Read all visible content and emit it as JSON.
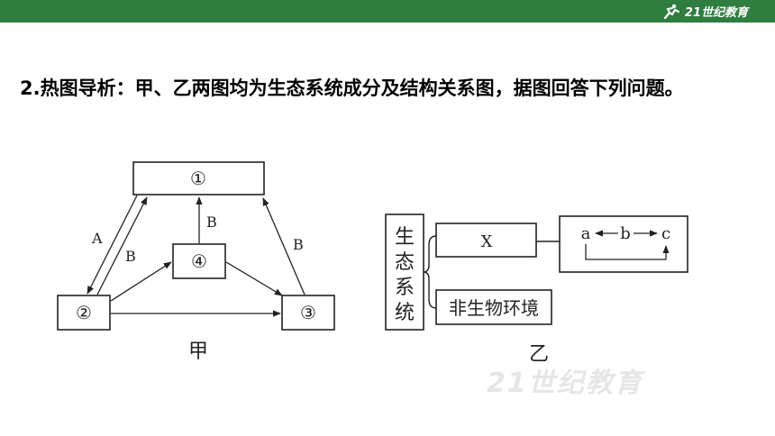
{
  "header": {
    "logo_text": "21世纪教育",
    "brand_color": "#2f7d3f"
  },
  "question": {
    "number": "2.",
    "text": "热图导析：甲、乙两图均为生态系统成分及结构关系图，据图回答下列问题。"
  },
  "diagram_jia": {
    "box1": "①",
    "box2": "②",
    "box3": "③",
    "box4": "④",
    "label_A": "A",
    "label_B_left": "B",
    "label_B_center": "B",
    "label_B_right": "B",
    "caption": "甲"
  },
  "diagram_yi": {
    "vertical_label": [
      "生",
      "态",
      "系",
      "统"
    ],
    "box_X": "X",
    "box_abiotic": "非生物环境",
    "chain_a": "a",
    "chain_b": "b",
    "chain_c": "c",
    "caption": "乙"
  },
  "watermark": {
    "text": "21世纪教育"
  }
}
